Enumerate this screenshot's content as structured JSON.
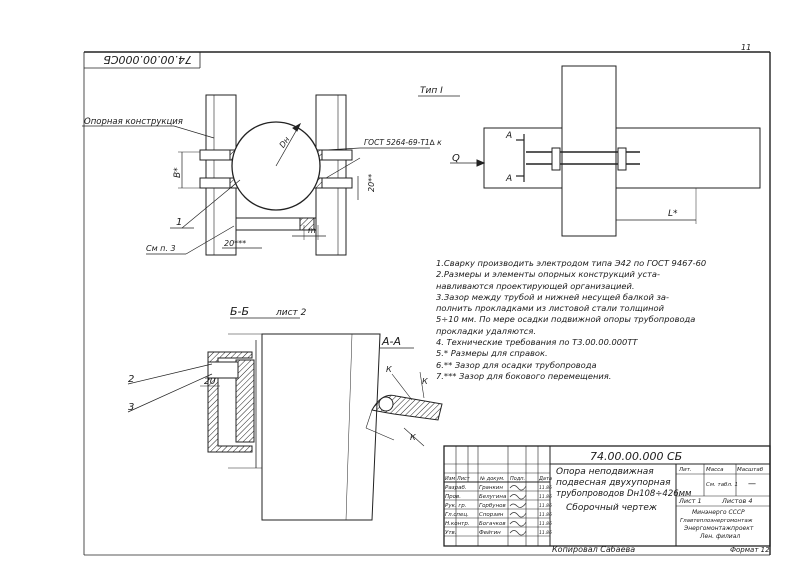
{
  "sheet": {
    "number": "11",
    "code_rotated": "74.00.00.000СБ",
    "copied_by": "Копировал  Сабаева",
    "format": "Формат 12"
  },
  "labels": {
    "type_view": "Тип I",
    "support_structure": "Опорная конструкция",
    "gost_weld": "ГОСТ 5264-69-Т1∆ к",
    "see_note": "См п. 3",
    "callout_1": "1",
    "dim_b": "В*",
    "dim_dn": "Dн",
    "dim_m": "m",
    "dim_20_top": "20***",
    "dim_20_side": "20**",
    "dim_a_letter": "А",
    "dim_a_letter2": "А",
    "dim_q": "Q",
    "dim_l": "L*",
    "section_bb": "Б-Б",
    "section_bb_sheet": "лист 2",
    "section_aa": "А-А",
    "callout_2": "2",
    "callout_3": "3",
    "dim_20": "20",
    "dim_k1": "К",
    "dim_k2": "К",
    "dim_k3": "К"
  },
  "notes": [
    "1.Сварку производить электродом типа Э42 по ГОСТ 9467-60",
    "2.Размеры и элементы опорных конструкций уста-",
    "навливаются проектирующей организацией.",
    "3.Зазор между трубой и нижней несущей балкой за-",
    "полнить прокладками из листовой стали толщиной",
    "5÷10 мм. По мере осадки подвижной опоры трубопровода",
    "прокладки удаляются.",
    "4. Технические требования по Т3.00.00.000ТТ",
    "5.* Размеры для справок.",
    "6.** Зазор для осадки трубопровода",
    "7.*** Зазор для бокового перемещения."
  ],
  "title_block": {
    "code": "74.00.00.000 СБ",
    "title_line1": "Опора неподвижная",
    "title_line2": "подвесная двухупорная",
    "title_line3": "трубопроводов Dн108÷426мм",
    "title_line4": "Сборочный чертеж",
    "col_headers": [
      "Изм",
      "Лист",
      "№ докум.",
      "Подп.",
      "Дата"
    ],
    "roles": [
      "Разраб.",
      "Пров.",
      "Рук. гр.",
      "Гл.спец.",
      "Н.контр.",
      "Утв."
    ],
    "names": [
      "Гранкин",
      "Белугина",
      "Горбунов",
      "Спорзин",
      "Богачков",
      "Фейгин"
    ],
    "dates": [
      "11.86",
      "11.86",
      "11.86",
      "11.86",
      "11.86",
      "11.86"
    ],
    "lit_header": "Лит.",
    "mass_header": "Масса",
    "scale_header": "Масштаб",
    "mass_value": "См. табл. 1",
    "scale_value": "—",
    "sheet_label": "Лист 1",
    "sheets_label": "Листов 4",
    "org_line1": "Минэнерго СССР",
    "org_line2": "Главтеплоэнергомонтаж",
    "org_line3": "Энергомонтажпроект",
    "org_line4": "Лен. филиал"
  }
}
